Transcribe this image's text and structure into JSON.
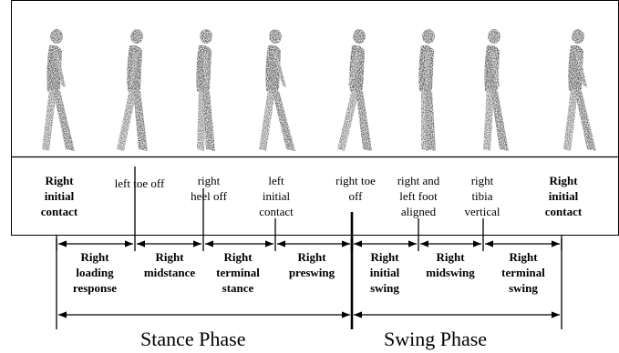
{
  "events": [
    {
      "id": "right-initial-contact-start",
      "lines": [
        "Right",
        "initial",
        "contact"
      ],
      "bold": true
    },
    {
      "id": "left-toe-off",
      "lines": [
        "left toe off"
      ],
      "bold": false
    },
    {
      "id": "right-heel-off",
      "lines": [
        "right",
        "heel off"
      ],
      "bold": false
    },
    {
      "id": "left-initial-contact",
      "lines": [
        "left",
        "initial",
        "contact"
      ],
      "bold": false
    },
    {
      "id": "right-toe-off",
      "lines": [
        "right toe",
        "off"
      ],
      "bold": false
    },
    {
      "id": "right-left-foot-aligned",
      "lines": [
        "right and",
        "left foot",
        "aligned"
      ],
      "bold": false
    },
    {
      "id": "right-tibia-vertical",
      "lines": [
        "right",
        "tibia",
        "vertical"
      ],
      "bold": false
    },
    {
      "id": "right-initial-contact-end",
      "lines": [
        "Right",
        "initial",
        "contact"
      ],
      "bold": true
    }
  ],
  "subphases": [
    {
      "id": "loading-response",
      "lines": [
        "Right",
        "loading",
        "response"
      ]
    },
    {
      "id": "midstance",
      "lines": [
        "Right",
        "midstance"
      ]
    },
    {
      "id": "terminal-stance",
      "lines": [
        "Right",
        "terminal",
        "stance"
      ]
    },
    {
      "id": "preswing",
      "lines": [
        "Right",
        "preswing"
      ]
    },
    {
      "id": "initial-swing",
      "lines": [
        "Right",
        "initial",
        "swing"
      ]
    },
    {
      "id": "midswing",
      "lines": [
        "Right",
        "midswing"
      ]
    },
    {
      "id": "terminal-swing",
      "lines": [
        "Right",
        "terminal",
        "swing"
      ]
    }
  ],
  "phases": [
    {
      "id": "stance-phase",
      "label": "Stance Phase"
    },
    {
      "id": "swing-phase",
      "label": "Swing Phase"
    }
  ]
}
